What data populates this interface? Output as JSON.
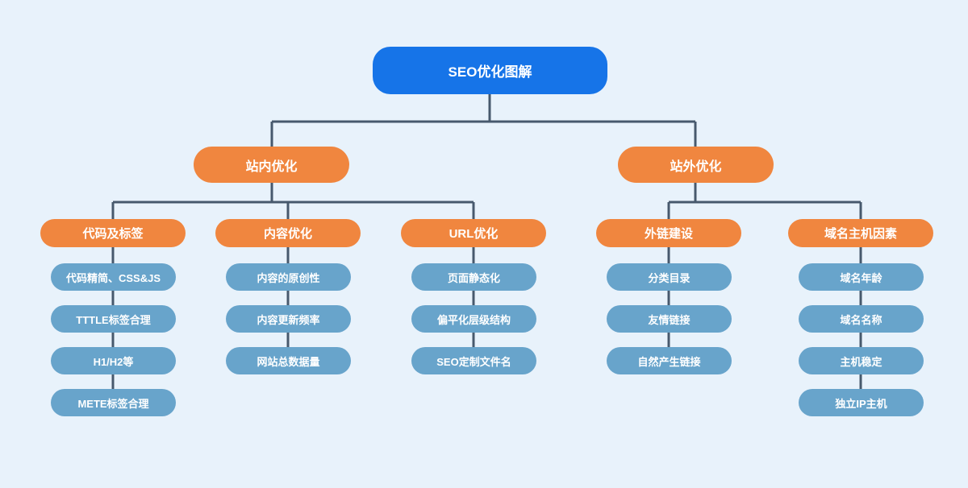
{
  "diagram": {
    "title": "SEO优化图解",
    "colors": {
      "background": "#e8f2fb",
      "line": "#47596d",
      "root_fill": "#1674e8",
      "branch_fill": "#f0863f",
      "leaf_fill": "#68a4cb",
      "text": "#ffffff"
    },
    "branches": [
      {
        "label": "站内优化",
        "groups": [
          {
            "label": "代码及标签",
            "items": [
              "代码精简、CSS&JS",
              "TTTLE标签合理",
              "H1/H2等",
              "METE标签合理"
            ]
          },
          {
            "label": "内容优化",
            "items": [
              "内容的原创性",
              "内容更新频率",
              "网站总数据量"
            ]
          },
          {
            "label": "URL优化",
            "items": [
              "页面静态化",
              "偏平化层级结构",
              "SEO定制文件名"
            ]
          }
        ]
      },
      {
        "label": "站外优化",
        "groups": [
          {
            "label": "外链建设",
            "items": [
              "分类目录",
              "友情链接",
              "自然产生链接"
            ]
          },
          {
            "label": "域名主机因素",
            "items": [
              "域名年龄",
              "域名名称",
              "主机稳定",
              "独立IP主机"
            ]
          }
        ]
      }
    ]
  }
}
